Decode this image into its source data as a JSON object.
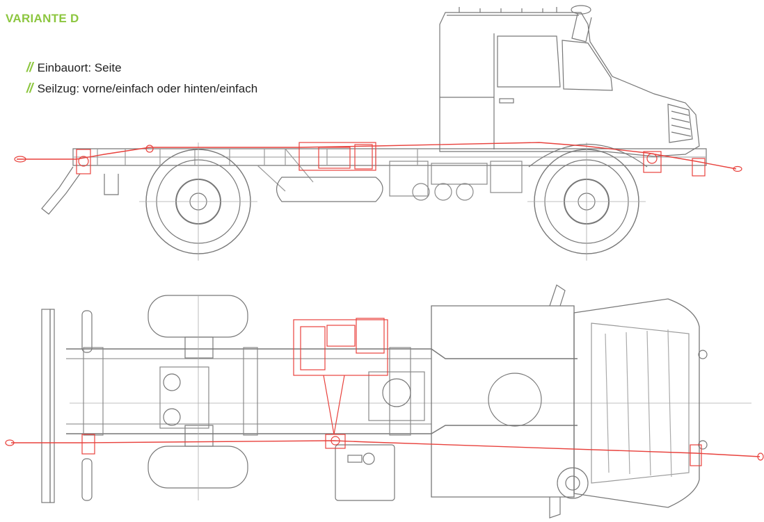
{
  "title": "VARIANTE D",
  "bullets": [
    {
      "marker": "//",
      "text": "Einbauort: Seite"
    },
    {
      "marker": "//",
      "text": "Seilzug: vorne/einfach oder hinten/einfach"
    }
  ],
  "colors": {
    "accent": "#8cc63f",
    "cable": "#e8413c",
    "line": "#777777"
  },
  "icons": [
    "truck-side-view",
    "truck-top-view",
    "winch-unit",
    "cable-hook"
  ]
}
